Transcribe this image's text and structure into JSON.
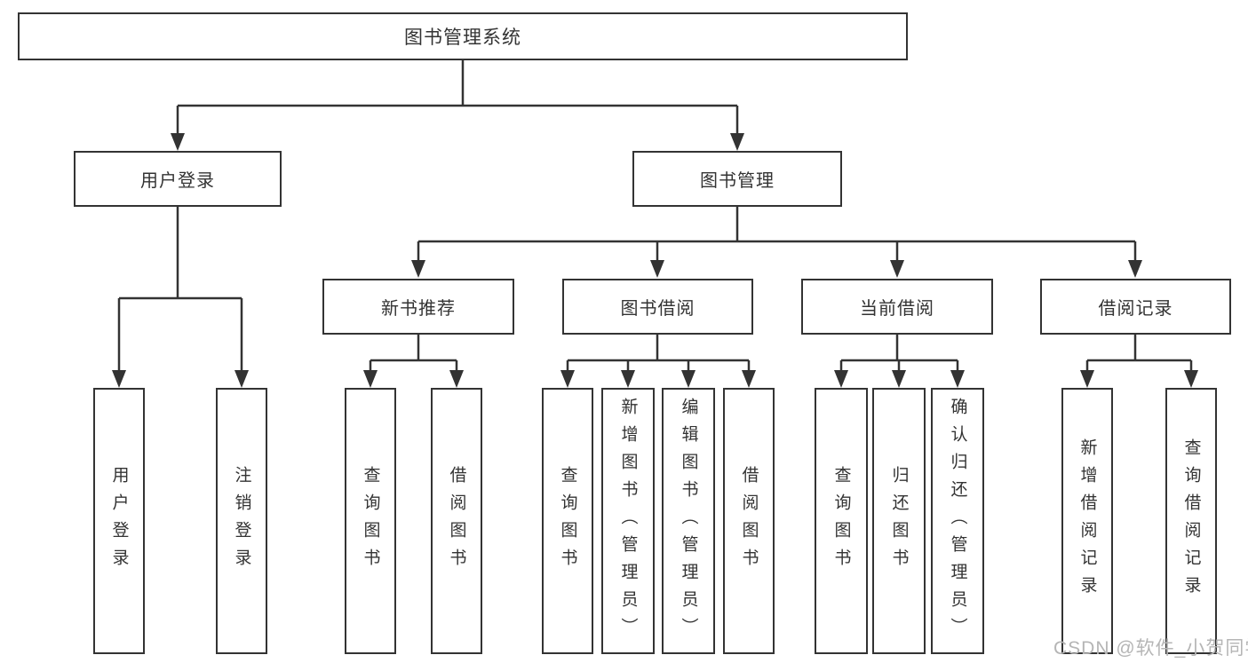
{
  "tree": {
    "root": {
      "label": "图书管理系统"
    },
    "children": [
      {
        "label": "用户登录",
        "children": [
          {
            "label": "用户登录"
          },
          {
            "label": "注销登录"
          }
        ]
      },
      {
        "label": "图书管理",
        "children": [
          {
            "label": "新书推荐",
            "children": [
              {
                "label": "查询图书"
              },
              {
                "label": "借阅图书"
              }
            ]
          },
          {
            "label": "图书借阅",
            "children": [
              {
                "label": "查询图书"
              },
              {
                "label": "新增图书（管理员）"
              },
              {
                "label": "编辑图书（管理员）"
              },
              {
                "label": "借阅图书"
              }
            ]
          },
          {
            "label": "当前借阅",
            "children": [
              {
                "label": "查询图书"
              },
              {
                "label": "归还图书"
              },
              {
                "label": "确认归还（管理员）"
              }
            ]
          },
          {
            "label": "借阅记录",
            "children": [
              {
                "label": "新增借阅记录"
              },
              {
                "label": "查询借阅记录"
              }
            ]
          }
        ]
      }
    ]
  },
  "watermark": {
    "text": "CSDN @软件_小贺同学"
  },
  "colors": {
    "line": "#333333",
    "text": "#333333",
    "box_background": "#ffffff",
    "watermark": "#b5b5b5",
    "page_background": "#ffffff"
  }
}
